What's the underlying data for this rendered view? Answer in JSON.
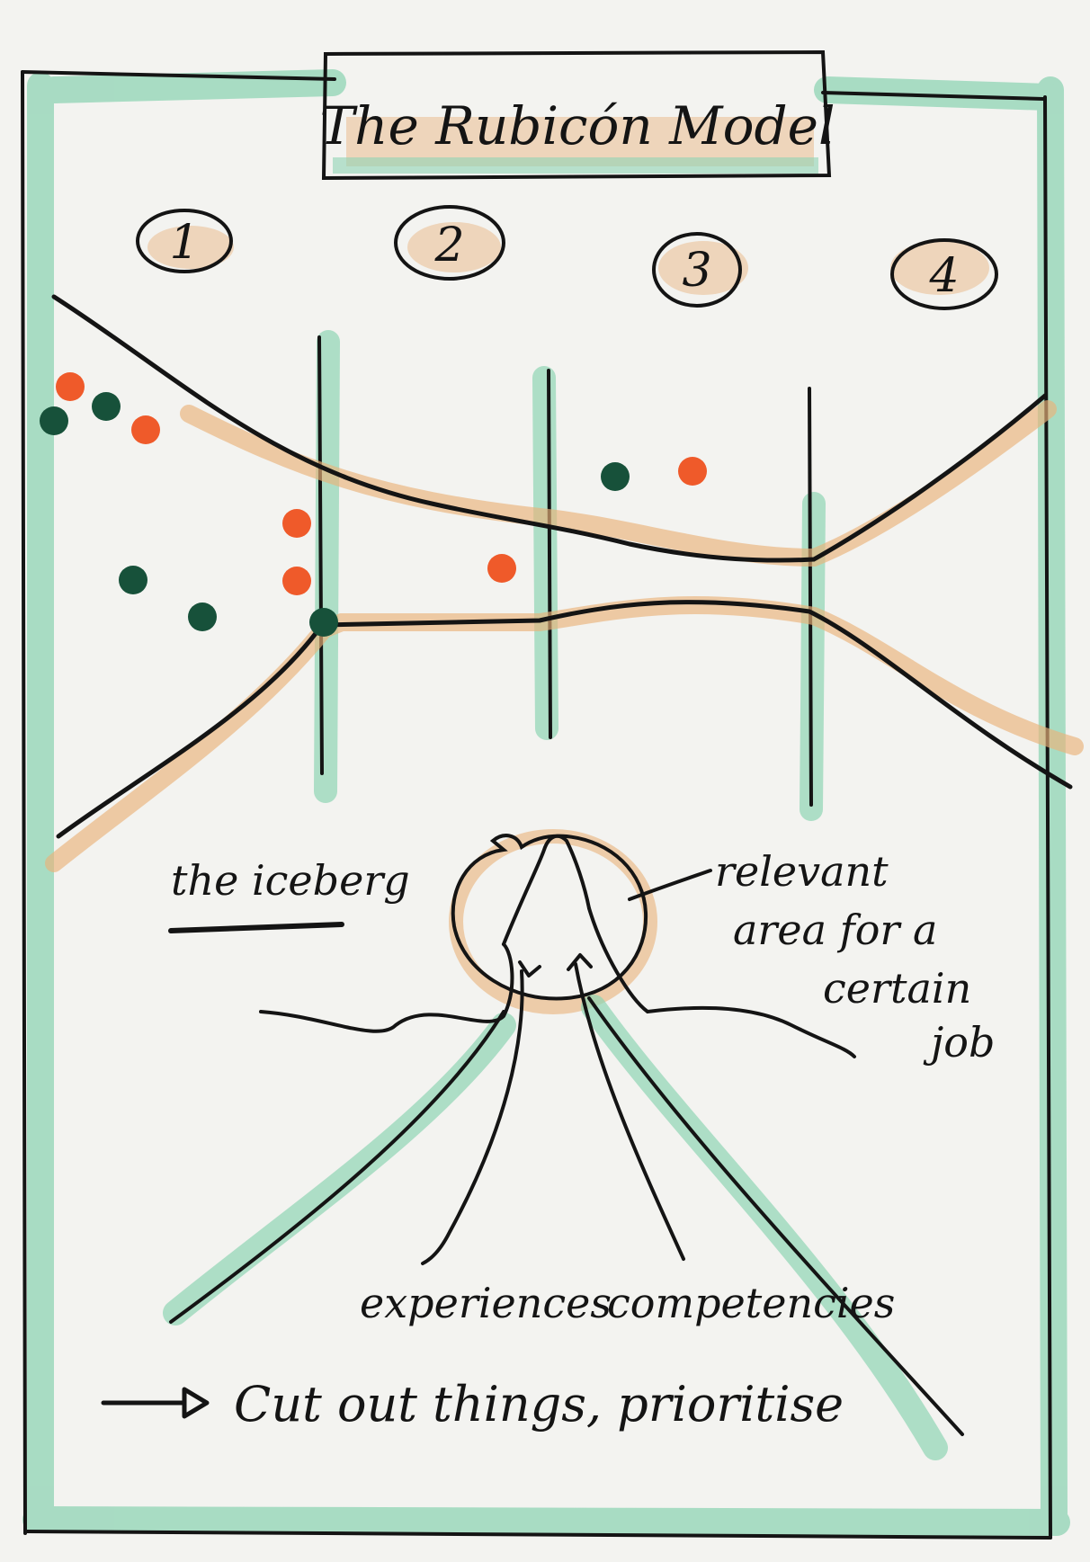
{
  "title": "The Rubicón Model",
  "stages": [
    "1",
    "2",
    "3",
    "4"
  ],
  "iceberg": {
    "heading": "the iceberg",
    "annotation_lines": [
      "relevant",
      "area for a",
      "certain",
      "job"
    ],
    "labels": [
      "experiences",
      "competencies"
    ]
  },
  "footer": "Cut out things, prioritise",
  "colors": {
    "ink": "#141414",
    "green_marker": "#8fd4b4",
    "orange_marker": "#e9b27a",
    "dot_orange": "#ef5a2a",
    "dot_green": "#17513a"
  },
  "dots": [
    {
      "color": "orange"
    },
    {
      "color": "green"
    },
    {
      "color": "green"
    },
    {
      "color": "orange"
    },
    {
      "color": "orange"
    },
    {
      "color": "orange"
    },
    {
      "color": "green"
    },
    {
      "color": "green"
    },
    {
      "color": "green"
    },
    {
      "color": "orange"
    },
    {
      "color": "green"
    },
    {
      "color": "orange"
    }
  ]
}
